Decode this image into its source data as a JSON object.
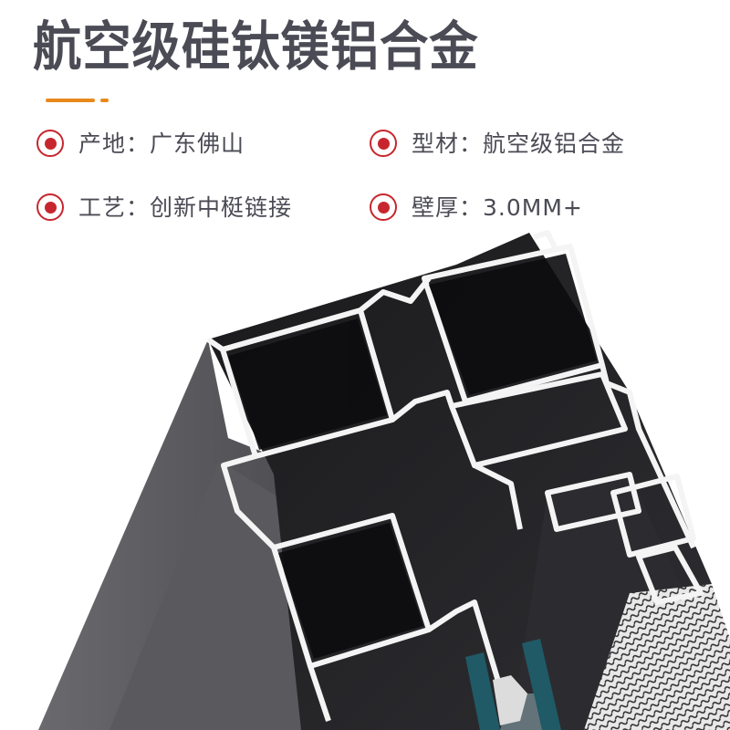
{
  "header": {
    "title": "航空级硅钛镁铝合金",
    "accent_color": "#e8891c"
  },
  "specs": [
    {
      "label": "产地：",
      "value": "广东佛山",
      "icon": "radio-dot-icon"
    },
    {
      "label": "型材：",
      "value": "航空级铝合金",
      "icon": "radio-dot-icon"
    },
    {
      "label": "工艺：",
      "value": "创新中梃链接",
      "icon": "radio-dot-icon"
    },
    {
      "label": "壁厚：",
      "value": "3.0MM+",
      "icon": "radio-dot-icon"
    }
  ],
  "colors": {
    "text": "#4b4b55",
    "icon_red": "#c8262e",
    "profile_face": "#5e5e62",
    "profile_cavity": "#0c0c0e",
    "profile_wall": "#f2f2f2",
    "glass_teal": "#1f5a66",
    "mesh": "#2a2a2c"
  },
  "product_image": {
    "subject": "aluminum window frame profile cross-section"
  }
}
